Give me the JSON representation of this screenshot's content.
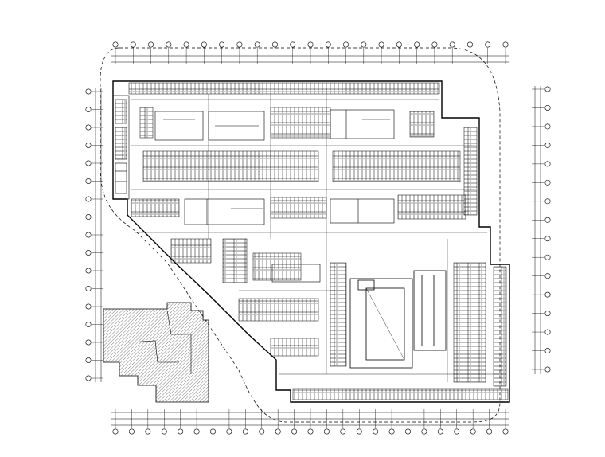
{
  "drawing": {
    "keyplan_caption": "",
    "sheet_title": "",
    "scale_text": "",
    "colors": {
      "line": "#000000",
      "background": "#ffffff",
      "hatch": "#555555"
    },
    "grid_columns_top_count": 23,
    "grid_columns_bottom_count": 25,
    "grid_rows_left_count": 17,
    "grid_rows_right_count": 16
  }
}
